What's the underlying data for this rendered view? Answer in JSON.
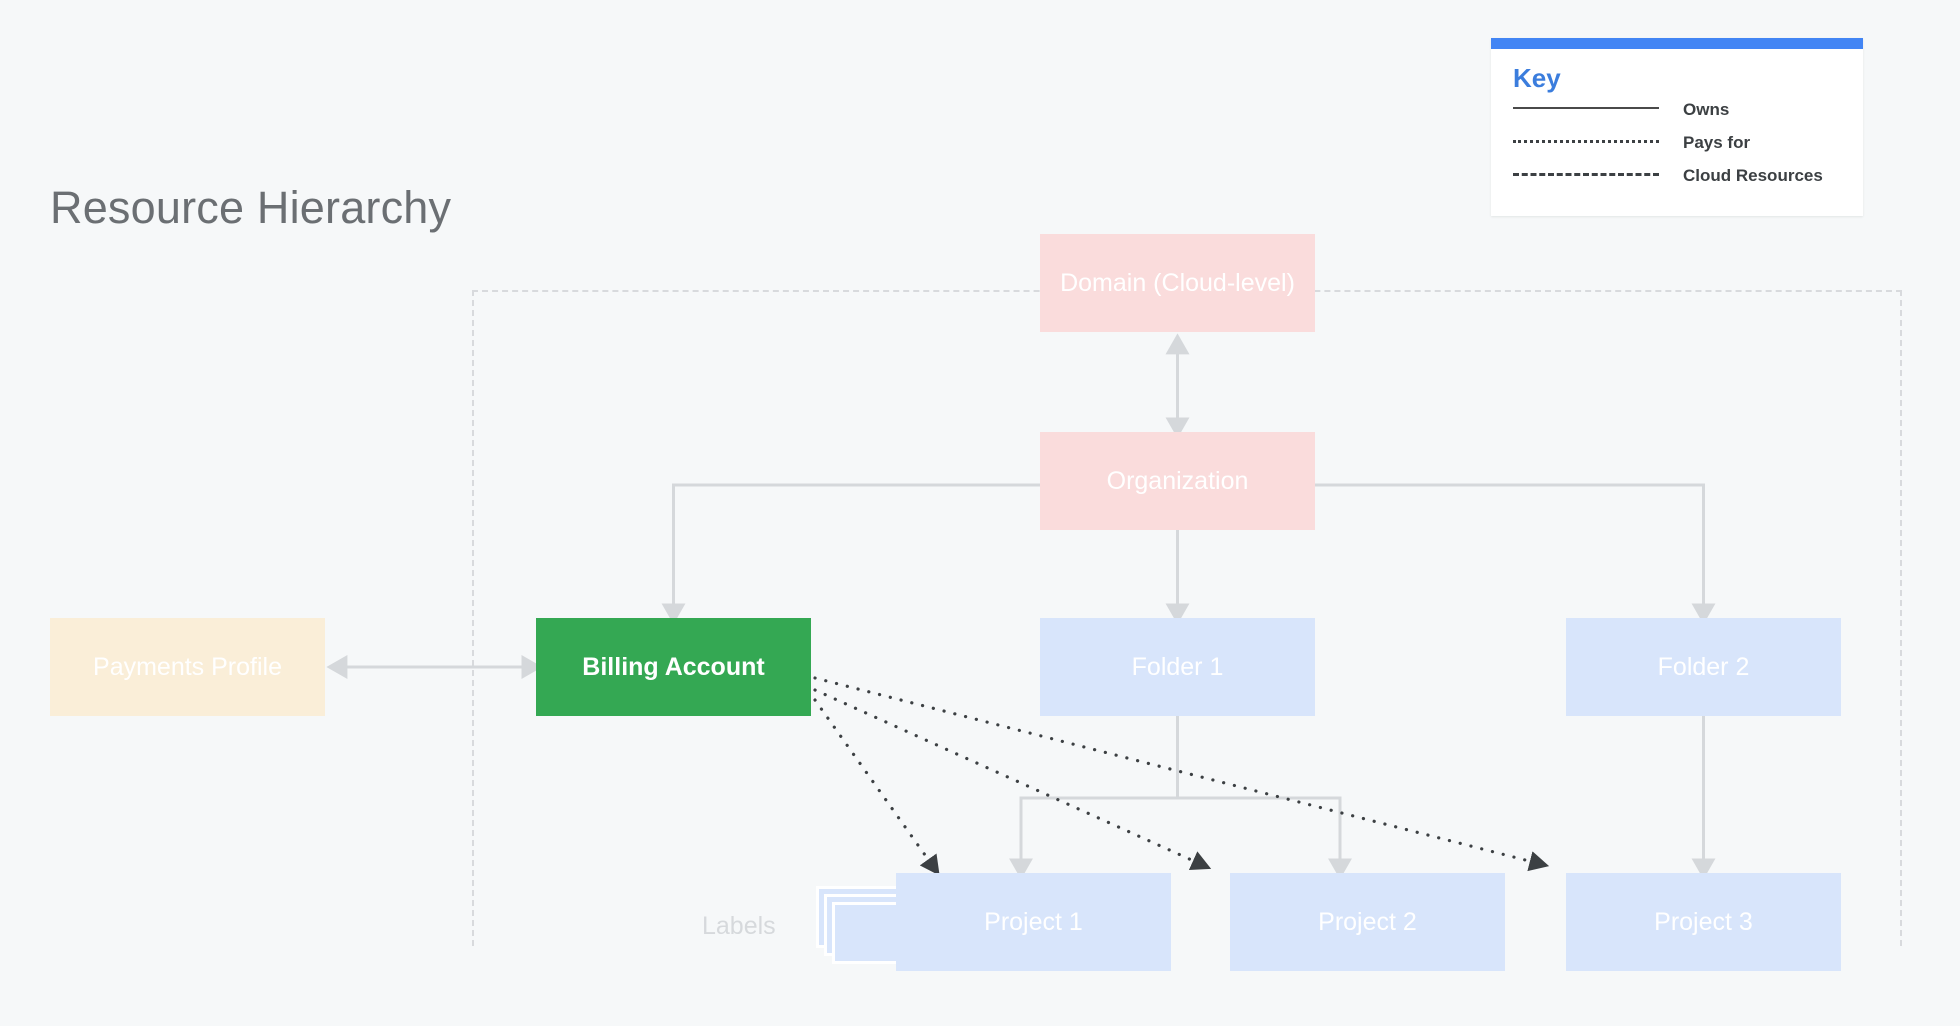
{
  "page": {
    "title": "Resource Hierarchy",
    "background_color": "#f6f8f9",
    "title_color": "#6b6f73"
  },
  "key": {
    "heading": "Key",
    "accent_bar_color": "#4285f4",
    "heading_color": "#3b7ddd",
    "rows": [
      {
        "style": "solid",
        "label": "Owns"
      },
      {
        "style": "dotted",
        "label": "Pays for"
      },
      {
        "style": "dashed",
        "label": "Cloud Resources"
      }
    ]
  },
  "diagram_data": {
    "type": "diagram",
    "boundary": {
      "name": "Cloud Resources",
      "line_style": "dashed",
      "color": "#d8dadd"
    },
    "nodes": [
      {
        "id": "domain",
        "label": "Domain (Cloud-level)",
        "color": "#fadcdc",
        "text_color": "#ffffff",
        "tier": "domain"
      },
      {
        "id": "organization",
        "label": "Organization",
        "color": "#fadcdc",
        "text_color": "#ffffff",
        "tier": "organization"
      },
      {
        "id": "payments",
        "label": "Payments Profile",
        "color": "#faeed8",
        "text_color": "#ffffff",
        "tier": "billing"
      },
      {
        "id": "billing",
        "label": "Billing Account",
        "color": "#34a853",
        "text_color": "#ffffff",
        "tier": "billing"
      },
      {
        "id": "folder1",
        "label": "Folder 1",
        "color": "#d8e5fb",
        "text_color": "#ffffff",
        "tier": "folder"
      },
      {
        "id": "folder2",
        "label": "Folder 2",
        "color": "#d8e5fb",
        "text_color": "#ffffff",
        "tier": "folder"
      },
      {
        "id": "project1",
        "label": "Project 1",
        "color": "#d8e5fb",
        "text_color": "#ffffff",
        "tier": "project"
      },
      {
        "id": "project2",
        "label": "Project 2",
        "color": "#d8e5fb",
        "text_color": "#ffffff",
        "tier": "project"
      },
      {
        "id": "project3",
        "label": "Project 3",
        "color": "#d8e5fb",
        "text_color": "#ffffff",
        "tier": "project"
      }
    ],
    "labels_group": {
      "label": "Labels",
      "icon": "stacked-cards-icon",
      "count": 3
    },
    "edges": [
      {
        "from": "domain",
        "to": "organization",
        "style": "solid",
        "arrow": "both"
      },
      {
        "from": "organization",
        "to": "billing",
        "style": "solid",
        "arrow": "to"
      },
      {
        "from": "organization",
        "to": "folder1",
        "style": "solid",
        "arrow": "to"
      },
      {
        "from": "organization",
        "to": "folder2",
        "style": "solid",
        "arrow": "to"
      },
      {
        "from": "payments",
        "to": "billing",
        "style": "solid",
        "arrow": "both"
      },
      {
        "from": "folder1",
        "to": "project1",
        "style": "solid",
        "arrow": "to"
      },
      {
        "from": "folder1",
        "to": "project2",
        "style": "solid",
        "arrow": "to"
      },
      {
        "from": "folder2",
        "to": "project3",
        "style": "solid",
        "arrow": "to"
      },
      {
        "from": "billing",
        "to": "project1",
        "style": "dotted",
        "arrow": "to"
      },
      {
        "from": "billing",
        "to": "project2",
        "style": "dotted",
        "arrow": "to"
      },
      {
        "from": "billing",
        "to": "project3",
        "style": "dotted",
        "arrow": "to"
      }
    ]
  }
}
